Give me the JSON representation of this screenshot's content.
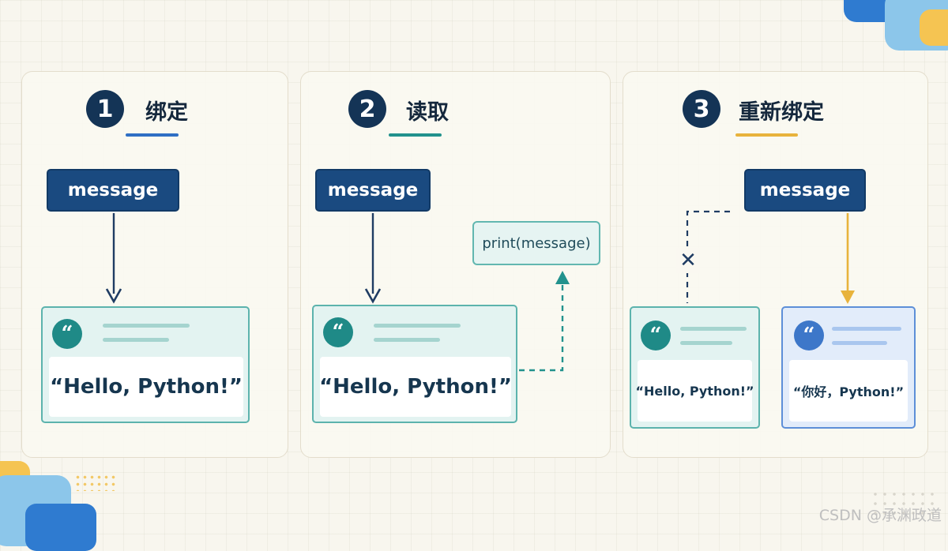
{
  "steps": [
    {
      "number": "1",
      "title": "绑定",
      "variable": "message",
      "value": "“Hello, Python!”"
    },
    {
      "number": "2",
      "title": "读取",
      "variable": "message",
      "value": "“Hello, Python!”",
      "call": "print(message)"
    },
    {
      "number": "3",
      "title": "重新绑定",
      "variable": "message",
      "old_value": "“Hello, Python!”",
      "new_value": "“你好，Python!”",
      "broken_mark": "✕"
    }
  ],
  "quote_icon": "“",
  "watermark": "CSDN @承渊政道",
  "colors": {
    "navy": "#143456",
    "teal": "#1f8a87",
    "blue": "#3d77c9",
    "gold": "#e8b33c"
  }
}
